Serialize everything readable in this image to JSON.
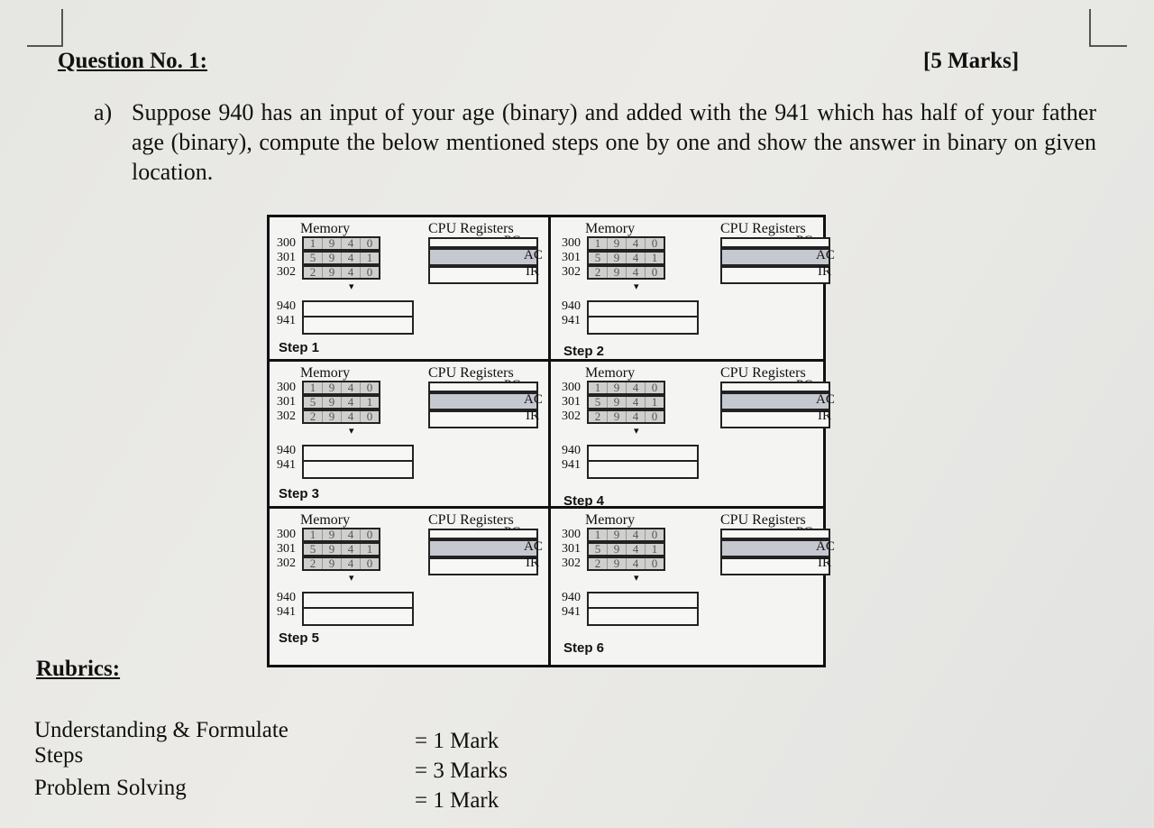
{
  "question": {
    "title": "Question No. 1:",
    "marks": "[5 Marks]",
    "part_label": "a)",
    "text": "Suppose 940 has an input of your age (binary) and added with the 941 which has half of your father age (binary), compute the below mentioned steps one by one and show the answer in binary on given location."
  },
  "diagram": {
    "memory_title": "Memory",
    "cpu_title": "CPU Registers",
    "reg_pc": "PC",
    "reg_ac": "AC",
    "reg_ir": "IR",
    "rows": [
      {
        "addr": "300",
        "digits": [
          "1",
          "9",
          "4",
          "0"
        ]
      },
      {
        "addr": "301",
        "digits": [
          "5",
          "9",
          "4",
          "1"
        ]
      },
      {
        "addr": "302",
        "digits": [
          "2",
          "9",
          "4",
          "0"
        ]
      }
    ],
    "loc1": "940",
    "loc2": "941",
    "steps": [
      "Step 1",
      "Step 2",
      "Step 3",
      "Step 4",
      "Step 5",
      "Step 6"
    ]
  },
  "rubrics": {
    "title": "Rubrics:",
    "items": [
      {
        "label": "Understanding & Formulate",
        "value": "= 1 Mark"
      },
      {
        "label": "Steps",
        "value": "= 3 Marks"
      },
      {
        "label": "Problem Solving",
        "value": "= 1 Mark"
      }
    ]
  }
}
